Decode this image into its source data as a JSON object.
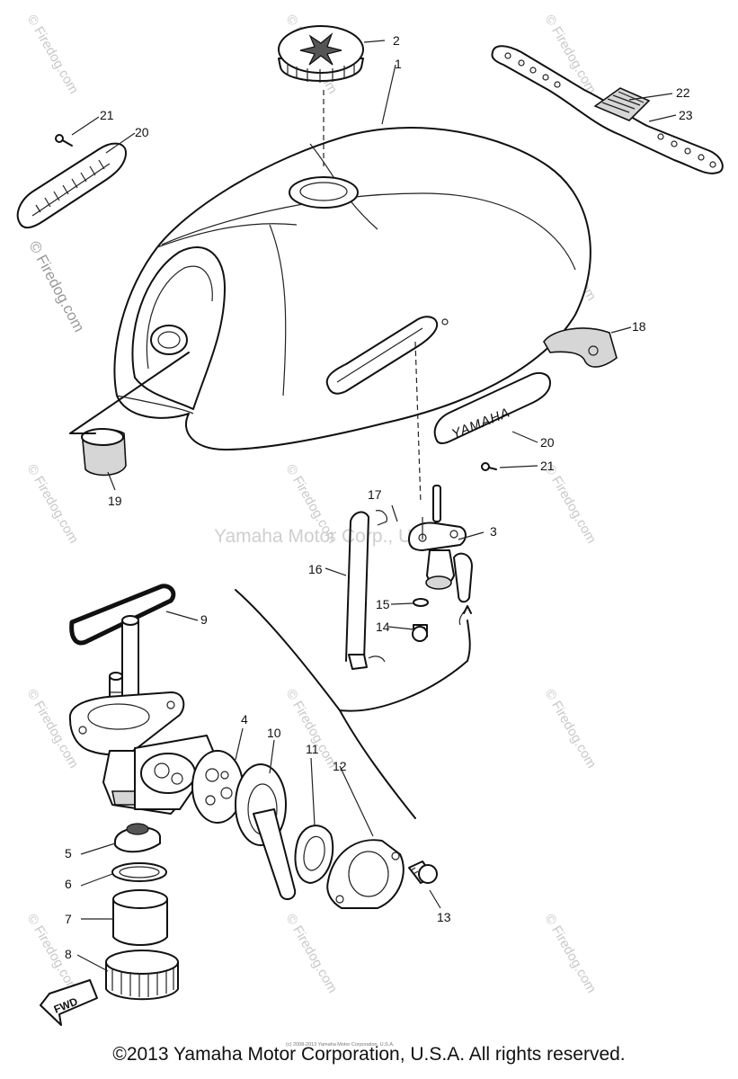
{
  "callouts": {
    "c1": "1",
    "c2": "2",
    "c3": "3",
    "c4": "4",
    "c5": "5",
    "c6": "6",
    "c7": "7",
    "c8": "8",
    "c9": "9",
    "c10": "10",
    "c11": "11",
    "c12": "12",
    "c13": "13",
    "c14": "14",
    "c15": "15",
    "c16": "16",
    "c17": "17",
    "c18": "18",
    "c19": "19",
    "c20a": "20",
    "c20b": "20",
    "c21a": "21",
    "c21b": "21",
    "c22": "22",
    "c23": "23"
  },
  "emblem_text": "YAMAHA",
  "fwd_label": "FWD",
  "watermark": "© Firedog.com",
  "center_watermark": "Yamaha Motor Corp., U.S.A.",
  "small_print": "(c) 2008-2013 Yamaha Motor Corporation, U.S.A.",
  "copyright": "©2013 Yamaha Motor Corporation, U.S.A. All rights reserved."
}
